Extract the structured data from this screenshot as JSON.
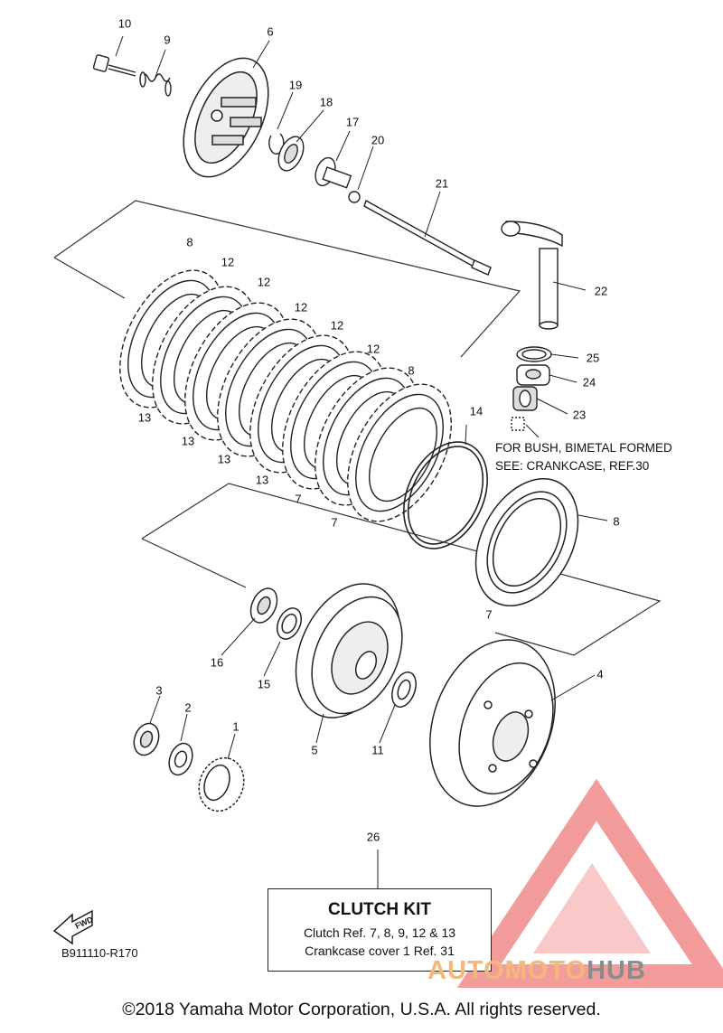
{
  "diagram": {
    "callouts": [
      {
        "id": "c10",
        "label": "10"
      },
      {
        "id": "c9",
        "label": "9"
      },
      {
        "id": "c6",
        "label": "6"
      },
      {
        "id": "c19",
        "label": "19"
      },
      {
        "id": "c18",
        "label": "18"
      },
      {
        "id": "c17",
        "label": "17"
      },
      {
        "id": "c20",
        "label": "20"
      },
      {
        "id": "c21",
        "label": "21"
      },
      {
        "id": "c22",
        "label": "22"
      },
      {
        "id": "c25",
        "label": "25"
      },
      {
        "id": "c24",
        "label": "24"
      },
      {
        "id": "c23",
        "label": "23"
      },
      {
        "id": "c8a",
        "label": "8"
      },
      {
        "id": "c12a",
        "label": "12"
      },
      {
        "id": "c12b",
        "label": "12"
      },
      {
        "id": "c12c",
        "label": "12"
      },
      {
        "id": "c12d",
        "label": "12"
      },
      {
        "id": "c12e",
        "label": "12"
      },
      {
        "id": "c8b",
        "label": "8"
      },
      {
        "id": "c13a",
        "label": "13"
      },
      {
        "id": "c13b",
        "label": "13"
      },
      {
        "id": "c13c",
        "label": "13"
      },
      {
        "id": "c13d",
        "label": "13"
      },
      {
        "id": "c7a",
        "label": "7"
      },
      {
        "id": "c7b",
        "label": "7"
      },
      {
        "id": "c14",
        "label": "14"
      },
      {
        "id": "c8c",
        "label": "8"
      },
      {
        "id": "c7c",
        "label": "7"
      },
      {
        "id": "c16",
        "label": "16"
      },
      {
        "id": "c15",
        "label": "15"
      },
      {
        "id": "c4",
        "label": "4"
      },
      {
        "id": "c3",
        "label": "3"
      },
      {
        "id": "c2",
        "label": "2"
      },
      {
        "id": "c1",
        "label": "1"
      },
      {
        "id": "c5",
        "label": "5"
      },
      {
        "id": "c11",
        "label": "11"
      },
      {
        "id": "c26",
        "label": "26"
      }
    ],
    "note_line1": "FOR BUSH, BIMETAL FORMED",
    "note_line2": "SEE: CRANKCASE, REF.30",
    "kit_title": "CLUTCH KIT",
    "kit_line1": "Clutch Ref. 7, 8, 9, 12 & 13",
    "kit_line2": "Crankcase cover 1 Ref. 31",
    "fwd_label": "FWD",
    "diagram_code": "B911110-R170",
    "copyright": "©2018 Yamaha Motor Corporation, U.S.A. All rights reserved."
  },
  "watermark": {
    "text_part1": "AUTOMOTO",
    "text_part2": "HUB",
    "color_logo": "#f28b8b",
    "color_text1": "#f5b87a",
    "color_text2": "#8c8c8c"
  }
}
